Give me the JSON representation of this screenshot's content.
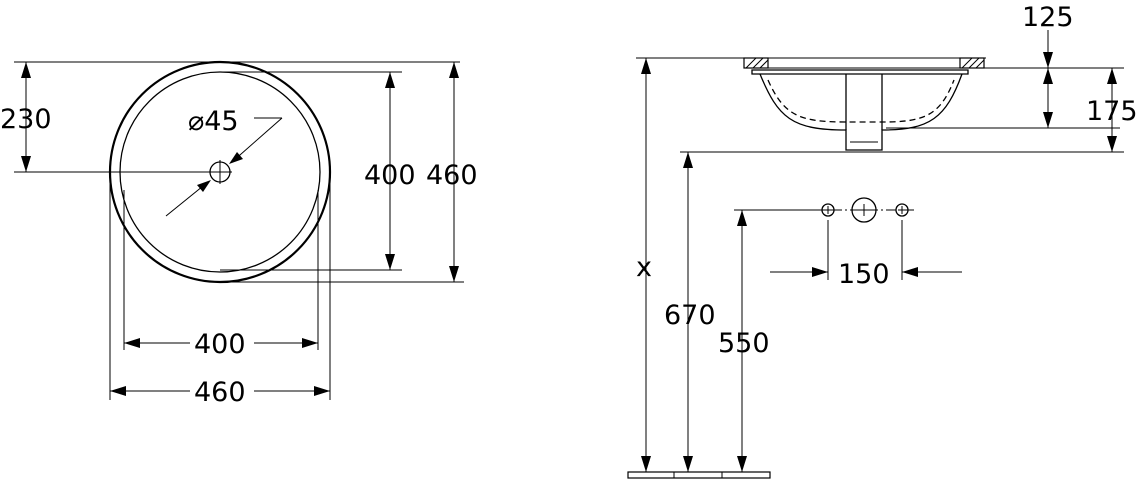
{
  "plan_view": {
    "dim_230": "230",
    "dim_drain": "⌀45",
    "dim_inner_height": "400",
    "dim_outer_height": "460",
    "dim_inner_width": "400",
    "dim_outer_width": "460"
  },
  "section_view": {
    "dim_125": "125",
    "dim_175": "175",
    "dim_x": "x",
    "dim_670": "670",
    "dim_550": "550",
    "dim_150": "150"
  }
}
